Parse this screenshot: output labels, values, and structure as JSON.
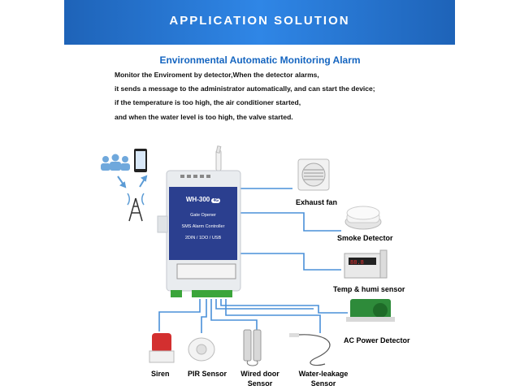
{
  "banner": {
    "title": "APPLICATION SOLUTION"
  },
  "heading": "Environmental Automatic Monitoring Alarm",
  "description": [
    "Monitor the Enviroment by detector,When the detector alarms,",
    "it sends a message to the administrator automatically, and can start the device;",
    "if the temperature is too high, the air conditioner started,",
    "and when the water level is too high, the valve started."
  ],
  "device": {
    "model": "WH-300",
    "badge": "4G",
    "line1": "Gate Opener",
    "line2": "SMS Alarm Controller",
    "line3": "2DIN / 1DO / USB"
  },
  "devices": {
    "exhaust_fan": "Exhaust fan",
    "smoke_detector": "Smoke Detector",
    "temp_sensor": "Temp & humi sensor",
    "ac_power_detector": "AC Power Detector",
    "siren": "Siren",
    "pir_sensor": "PIR Sensor",
    "wired_door_1": "Wired door",
    "wired_door_2": "Sensor",
    "water_leak_1": "Water-leakage",
    "water_leak_2": "Sensor"
  },
  "colors": {
    "banner": "#2475d6",
    "heading": "#1565c0",
    "wire": "#4a90d9",
    "device_body": "#2b3f8f"
  }
}
